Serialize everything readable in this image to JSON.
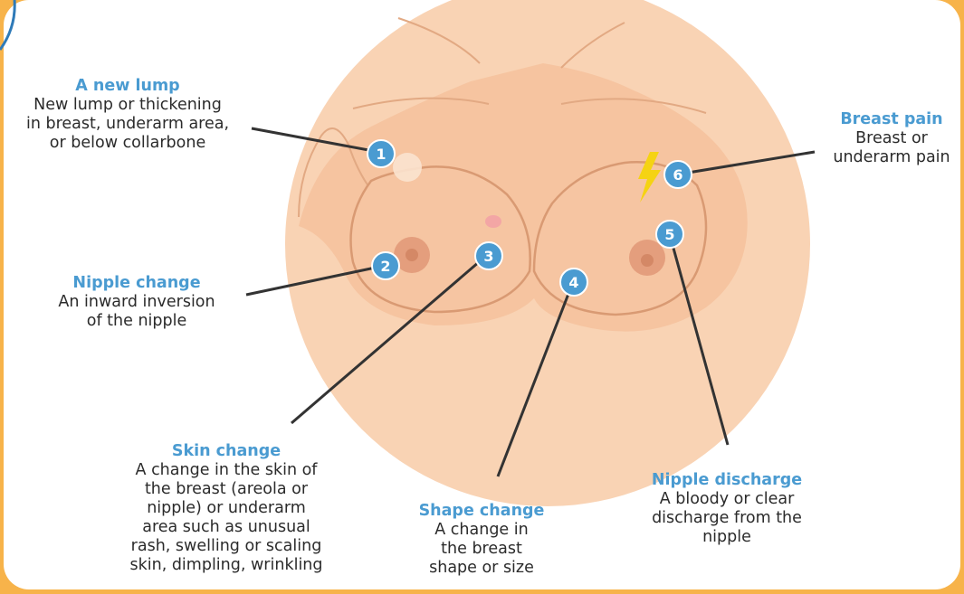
{
  "callouts": [
    {
      "number": "1",
      "title": "A new lump",
      "lines": [
        "New lump or thickening",
        "in breast, underarm area,",
        "or below collarbone"
      ]
    },
    {
      "number": "2",
      "title": "Nipple change",
      "lines": [
        "An inward inversion",
        "of the nipple"
      ]
    },
    {
      "number": "3",
      "title": "Skin change",
      "lines": [
        "A change in the skin of",
        "the breast (areola or",
        "nipple) or underarm",
        "area such as unusual",
        "rash, swelling or scaling",
        "skin, dimpling, wrinkling"
      ]
    },
    {
      "number": "4",
      "title": "Shape change",
      "lines": [
        "A change in",
        "the breast",
        "shape or size"
      ]
    },
    {
      "number": "5",
      "title": "Nipple discharge",
      "lines": [
        "A bloody or clear",
        "discharge from the",
        "nipple"
      ]
    },
    {
      "number": "6",
      "title": "Breast pain",
      "lines": [
        "Breast or",
        "underarm pain"
      ]
    }
  ],
  "colors": {
    "frame": "#f7b34a",
    "skin": "#f7c9a6",
    "skin_outline": "#d99a73",
    "badge": "#4a9bd1",
    "title": "#4a9bd1",
    "leader": "#333333",
    "pain_icon": "#f5d313"
  },
  "icons": {
    "pain": "lightning-bolt-icon"
  }
}
